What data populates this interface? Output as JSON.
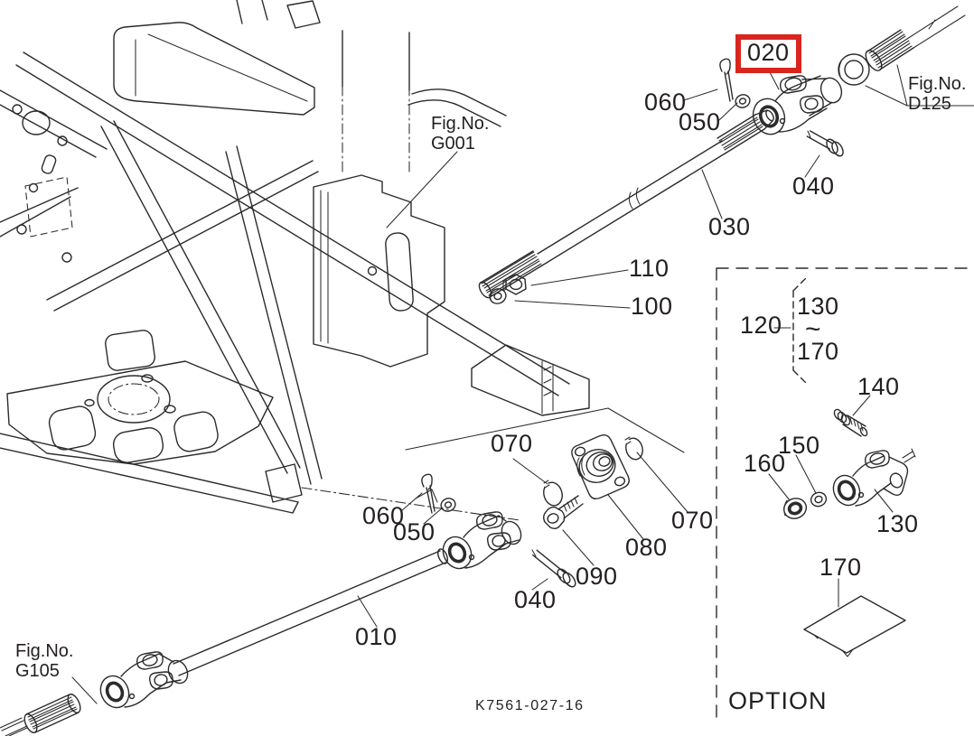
{
  "drawing": {
    "number": "K7561-027-16",
    "option_label": "OPTION"
  },
  "figure_refs": {
    "g001": {
      "prefix": "Fig.No.",
      "code": "G001"
    },
    "d125": {
      "prefix": "Fig.No.",
      "code": "D125"
    },
    "g105": {
      "prefix": "Fig.No.",
      "code": "G105"
    }
  },
  "callouts": {
    "highlighted": "020",
    "c010": "010",
    "c030": "030",
    "c040_upper": "040",
    "c040_lower": "040",
    "c050_upper": "050",
    "c050_lower": "050",
    "c060_upper": "060",
    "c060_lower": "060",
    "c070_left": "070",
    "c070_right": "070",
    "c080": "080",
    "c090": "090",
    "c100": "100",
    "c110": "110"
  },
  "option_callouts": {
    "c120": "120",
    "range_start": "130",
    "range_tilde": "~",
    "range_end": "170",
    "c130": "130",
    "c140": "140",
    "c150": "150",
    "c160": "160",
    "c170": "170"
  },
  "colors": {
    "highlight": "#d9251d",
    "line": "#2b2b2b",
    "background": "#ffffff"
  }
}
